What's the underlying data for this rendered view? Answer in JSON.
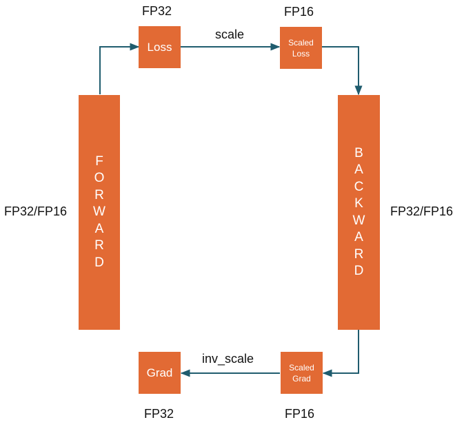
{
  "colors": {
    "box_fill": "#E26A34",
    "box_text": "#FFFFFF",
    "arrow": "#1F5C6E",
    "caption_text": "#111111"
  },
  "boxes": {
    "loss": "Loss",
    "scaled_loss": "Scaled\nLoss",
    "forward": "FORWARD",
    "backward": "BACKWARD",
    "scaled_grad": "Scaled\nGrad",
    "grad": "Grad"
  },
  "captions": {
    "loss_precision": "FP32",
    "scaled_loss_precision": "FP16",
    "scale_op": "scale",
    "forward_precision": "FP32/FP16",
    "backward_precision": "FP32/FP16",
    "inv_scale_op": "inv_scale",
    "grad_precision": "FP32",
    "scaled_grad_precision": "FP16"
  }
}
